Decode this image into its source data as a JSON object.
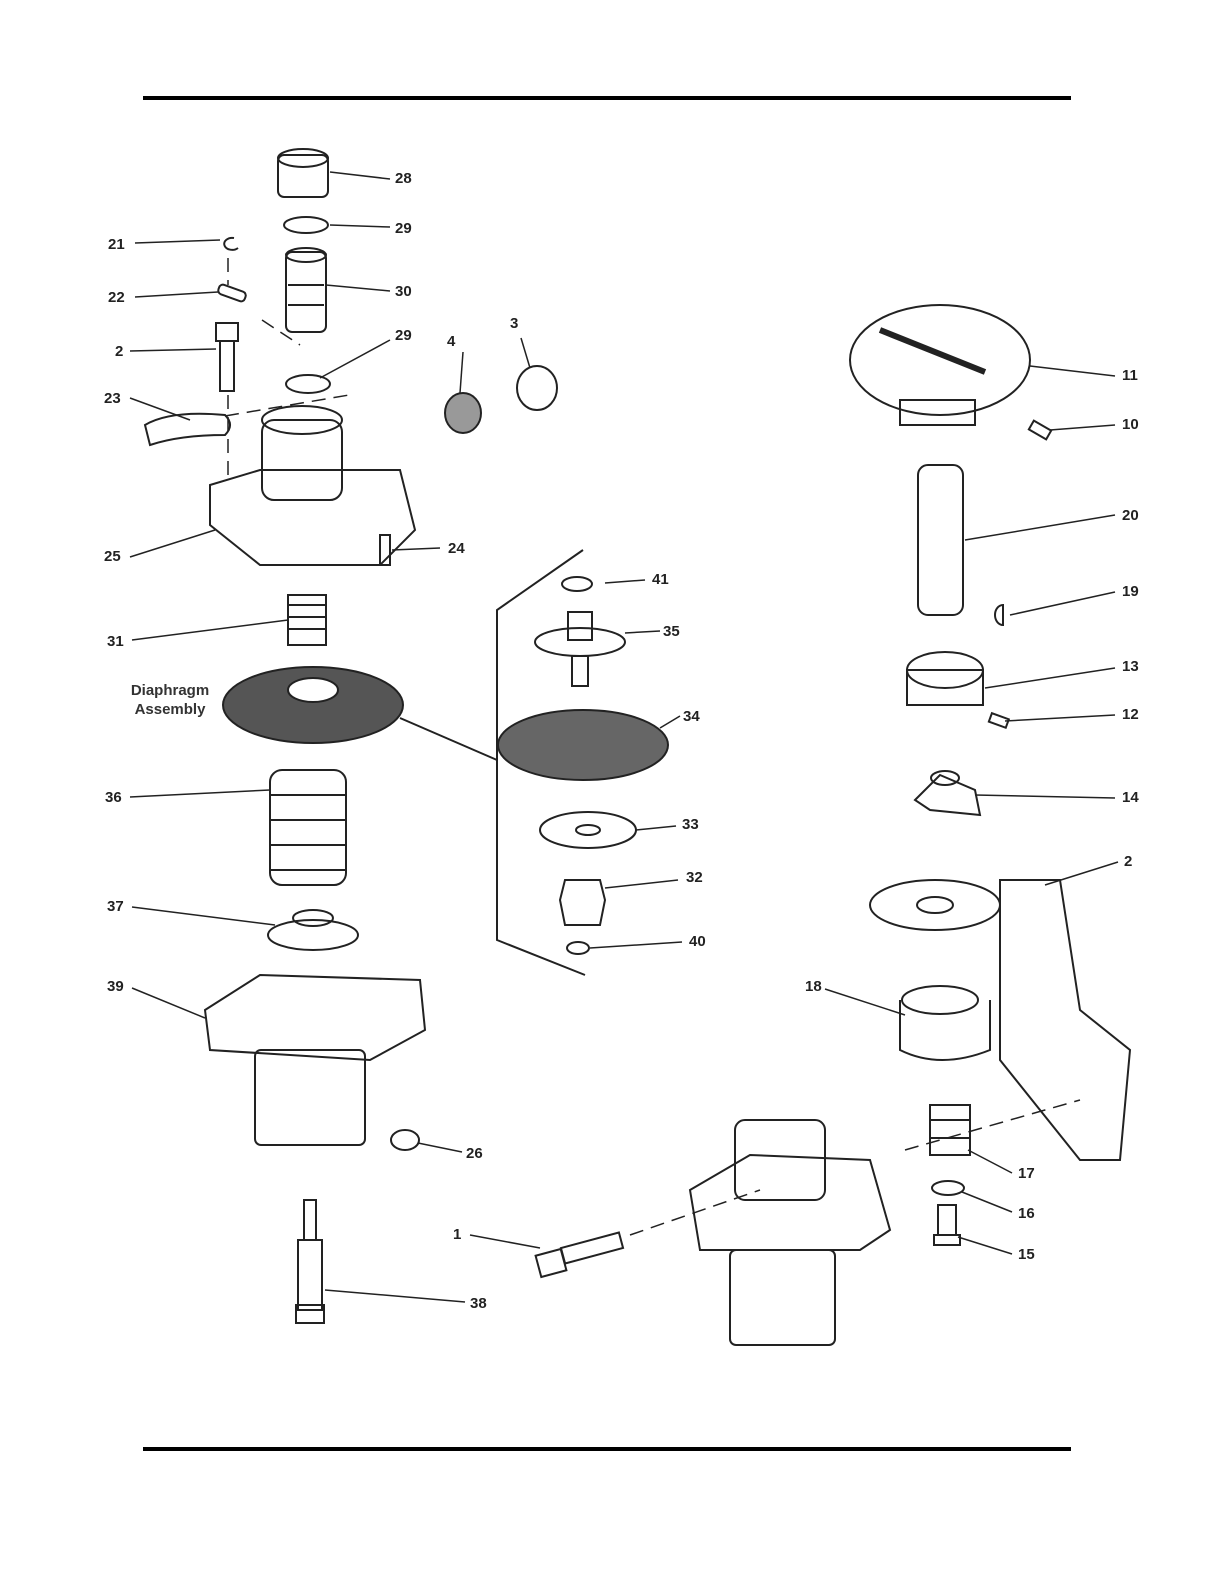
{
  "diagram": {
    "title_label": "Diaphragm Assembly",
    "callouts": [
      {
        "id": "c28",
        "text": "28"
      },
      {
        "id": "c29a",
        "text": "29"
      },
      {
        "id": "c21",
        "text": "21"
      },
      {
        "id": "c30",
        "text": "30"
      },
      {
        "id": "c22",
        "text": "22"
      },
      {
        "id": "c2a",
        "text": "2"
      },
      {
        "id": "c29b",
        "text": "29"
      },
      {
        "id": "c4",
        "text": "4"
      },
      {
        "id": "c3",
        "text": "3"
      },
      {
        "id": "c23",
        "text": "23"
      },
      {
        "id": "c25",
        "text": "25"
      },
      {
        "id": "c24",
        "text": "24"
      },
      {
        "id": "c41",
        "text": "41"
      },
      {
        "id": "c35",
        "text": "35"
      },
      {
        "id": "c31",
        "text": "31"
      },
      {
        "id": "c34",
        "text": "34"
      },
      {
        "id": "c36",
        "text": "36"
      },
      {
        "id": "c33",
        "text": "33"
      },
      {
        "id": "c32",
        "text": "32"
      },
      {
        "id": "c37",
        "text": "37"
      },
      {
        "id": "c40",
        "text": "40"
      },
      {
        "id": "c39",
        "text": "39"
      },
      {
        "id": "c26",
        "text": "26"
      },
      {
        "id": "c1",
        "text": "1"
      },
      {
        "id": "c38",
        "text": "38"
      },
      {
        "id": "c11",
        "text": "11"
      },
      {
        "id": "c10",
        "text": "10"
      },
      {
        "id": "c20",
        "text": "20"
      },
      {
        "id": "c19",
        "text": "19"
      },
      {
        "id": "c13",
        "text": "13"
      },
      {
        "id": "c12",
        "text": "12"
      },
      {
        "id": "c14",
        "text": "14"
      },
      {
        "id": "c2b",
        "text": "2"
      },
      {
        "id": "c18",
        "text": "18"
      },
      {
        "id": "c17",
        "text": "17"
      },
      {
        "id": "c16",
        "text": "16"
      },
      {
        "id": "c15",
        "text": "15"
      }
    ]
  }
}
